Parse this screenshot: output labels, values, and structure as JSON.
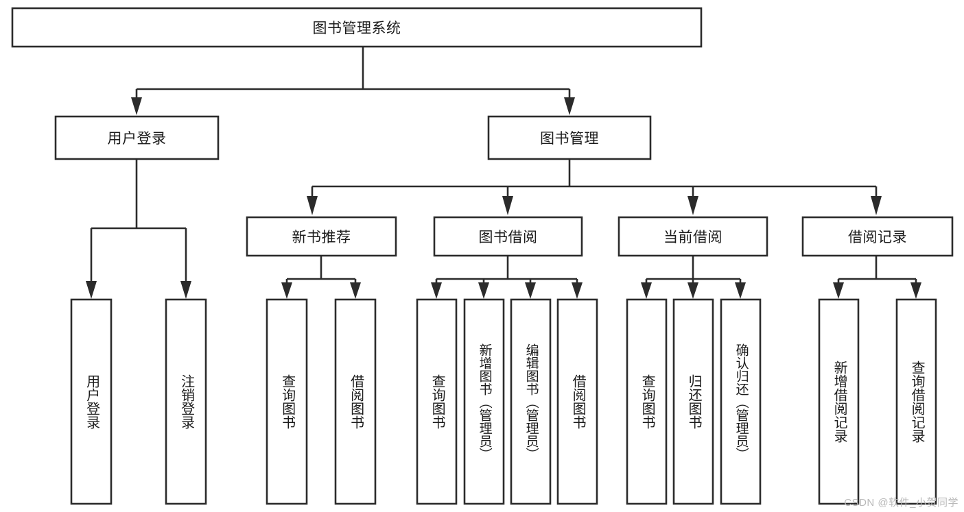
{
  "diagram": {
    "type": "tree-hierarchy",
    "title": "图书管理系统",
    "root": {
      "label": "图书管理系统",
      "orientation": "horizontal"
    },
    "level2": [
      {
        "label": "用户登录",
        "orientation": "horizontal"
      },
      {
        "label": "图书管理",
        "orientation": "horizontal"
      }
    ],
    "level3": [
      {
        "label": "新书推荐",
        "orientation": "horizontal"
      },
      {
        "label": "图书借阅",
        "orientation": "horizontal"
      },
      {
        "label": "当前借阅",
        "orientation": "horizontal"
      },
      {
        "label": "借阅记录",
        "orientation": "horizontal"
      }
    ],
    "leaves": [
      {
        "label": "用户登录",
        "orientation": "vertical",
        "parent": "用户登录"
      },
      {
        "label": "注销登录",
        "orientation": "vertical",
        "parent": "用户登录"
      },
      {
        "label": "查询图书",
        "orientation": "vertical",
        "parent": "新书推荐"
      },
      {
        "label": "借阅图书",
        "orientation": "vertical",
        "parent": "新书推荐"
      },
      {
        "label": "查询图书",
        "orientation": "vertical",
        "parent": "图书借阅"
      },
      {
        "label": "新增图书（管理员）",
        "orientation": "vertical",
        "parent": "图书借阅"
      },
      {
        "label": "编辑图书（管理员）",
        "orientation": "vertical",
        "parent": "图书借阅"
      },
      {
        "label": "借阅图书",
        "orientation": "vertical",
        "parent": "图书借阅"
      },
      {
        "label": "查询图书",
        "orientation": "vertical",
        "parent": "当前借阅"
      },
      {
        "label": "归还图书",
        "orientation": "vertical",
        "parent": "当前借阅"
      },
      {
        "label": "确认归还（管理员）",
        "orientation": "vertical",
        "parent": "当前借阅"
      },
      {
        "label": "新增借阅记录",
        "orientation": "vertical",
        "parent": "借阅记录"
      },
      {
        "label": "查询借阅记录",
        "orientation": "vertical",
        "parent": "借阅记录"
      }
    ],
    "colors": {
      "stroke": "#2b2b2b",
      "fill": "#ffffff",
      "text": "#1c1c1c",
      "watermark": "#b9b9b9"
    }
  },
  "watermark": {
    "text": "CSDN @软件_小贺同学"
  }
}
